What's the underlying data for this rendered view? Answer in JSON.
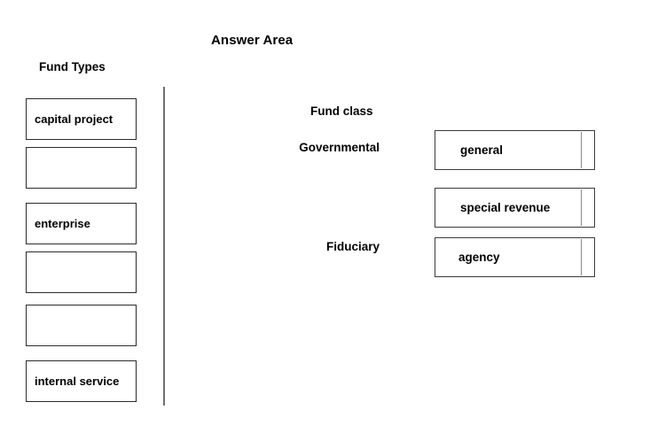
{
  "page": {
    "background": "#ffffff",
    "border_color": "#2b2b2b",
    "divider_color": "#6f6f6f"
  },
  "headings": {
    "answer_area": "Answer Area",
    "fund_types": "Fund Types",
    "fund_class": "Fund class"
  },
  "source_column": {
    "title": "Fund Types",
    "items": [
      {
        "label": "capital project",
        "empty": false
      },
      {
        "label": "",
        "empty": true
      },
      {
        "label": "enterprise",
        "empty": false
      },
      {
        "label": "",
        "empty": true
      },
      {
        "label": "",
        "empty": true
      },
      {
        "label": "internal service",
        "empty": false
      }
    ]
  },
  "answer_area": {
    "title": "Answer Area",
    "column_header": "Fund class",
    "rows": [
      {
        "class_label": "Governmental",
        "value": "general"
      },
      {
        "class_label": "",
        "value": "special revenue"
      },
      {
        "class_label": "Fiduciary",
        "value": "agency"
      }
    ]
  }
}
